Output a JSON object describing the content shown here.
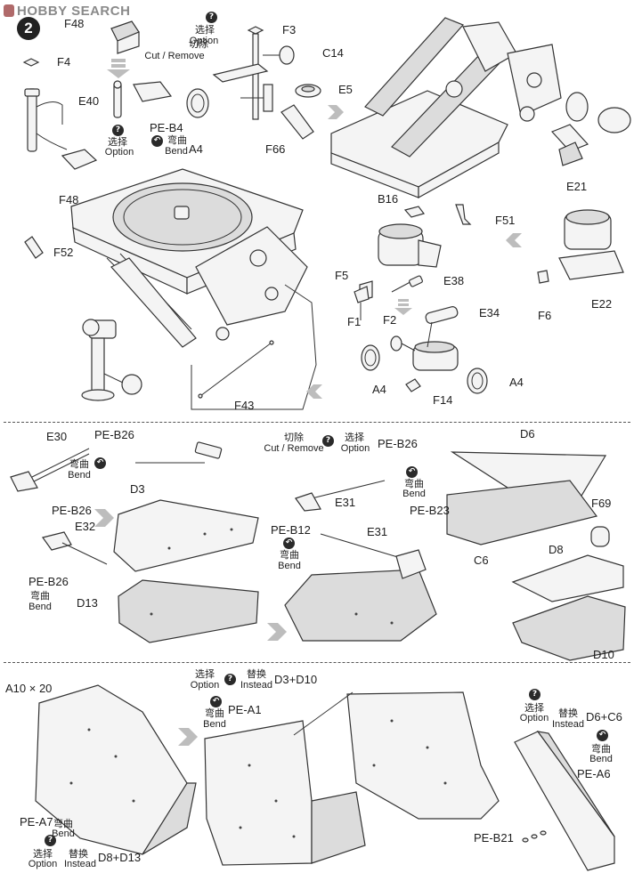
{
  "watermark": "HOBBY SEARCH",
  "step_number": "2",
  "section1": {
    "labels": [
      "F48",
      "F4",
      "E40",
      "F48",
      "F3",
      "C14",
      "E5",
      "F66",
      "A4",
      "PE-B4",
      "F52",
      "B16",
      "F51",
      "E21",
      "F5",
      "E38",
      "F1",
      "F2",
      "E34",
      "F14",
      "A4",
      "F6",
      "E22",
      "F43"
    ],
    "cut_remove": "Cut / Remove",
    "cut_cn": "切除",
    "option": "Option",
    "option_cn": "选择",
    "bend": "Bend",
    "bend_cn": "弯曲"
  },
  "section2": {
    "labels": [
      "E30",
      "PE-B26",
      "D3",
      "PE-B26",
      "E32",
      "PE-B26",
      "D13",
      "E31",
      "PE-B26",
      "PE-B12",
      "E31",
      "PE-B23",
      "D6",
      "C6",
      "F69",
      "D8",
      "D10"
    ],
    "cut_remove": "Cut / Remove",
    "cut_cn": "切除",
    "option": "Option",
    "option_cn": "选择",
    "bend": "Bend",
    "bend_cn": "弯曲"
  },
  "section3": {
    "a10": "A10 × 20",
    "option": "Option",
    "option_cn": "选择",
    "instead": "Instead",
    "instead_cn": "替换",
    "bend": "Bend",
    "bend_cn": "弯曲",
    "d3d10": "D3+D10",
    "pe_a1": "PE-A1",
    "pe_a7": "PE-A7",
    "d8d13": "D8+D13",
    "d6c6": "D6+C6",
    "pe_a6": "PE-A6",
    "pe_b21": "PE-B21"
  }
}
